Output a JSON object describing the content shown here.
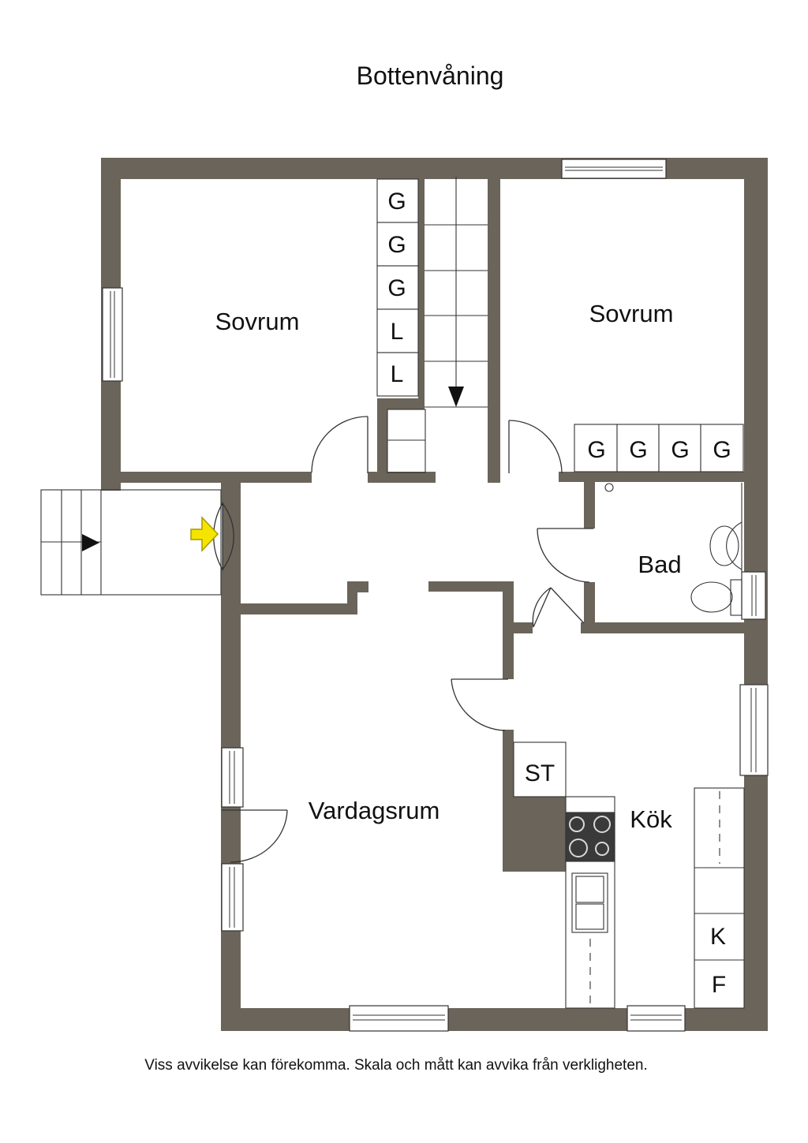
{
  "plan": {
    "title": "Bottenvåning",
    "disclaimer": "Viss avvikelse kan förekomma. Skala och mått kan avvika från verkligheten."
  },
  "rooms": {
    "bedroom_left": "Sovrum",
    "bedroom_right": "Sovrum",
    "bath": "Bad",
    "living": "Vardagsrum",
    "kitchen": "Kök"
  },
  "storage": {
    "column": [
      "G",
      "G",
      "G",
      "L",
      "L"
    ],
    "row": [
      "G",
      "G",
      "G",
      "G"
    ],
    "st": "ST",
    "k": "K",
    "f": "F"
  },
  "colors": {
    "wall": "#6b645a",
    "entrance_arrow": "#f5e400"
  }
}
